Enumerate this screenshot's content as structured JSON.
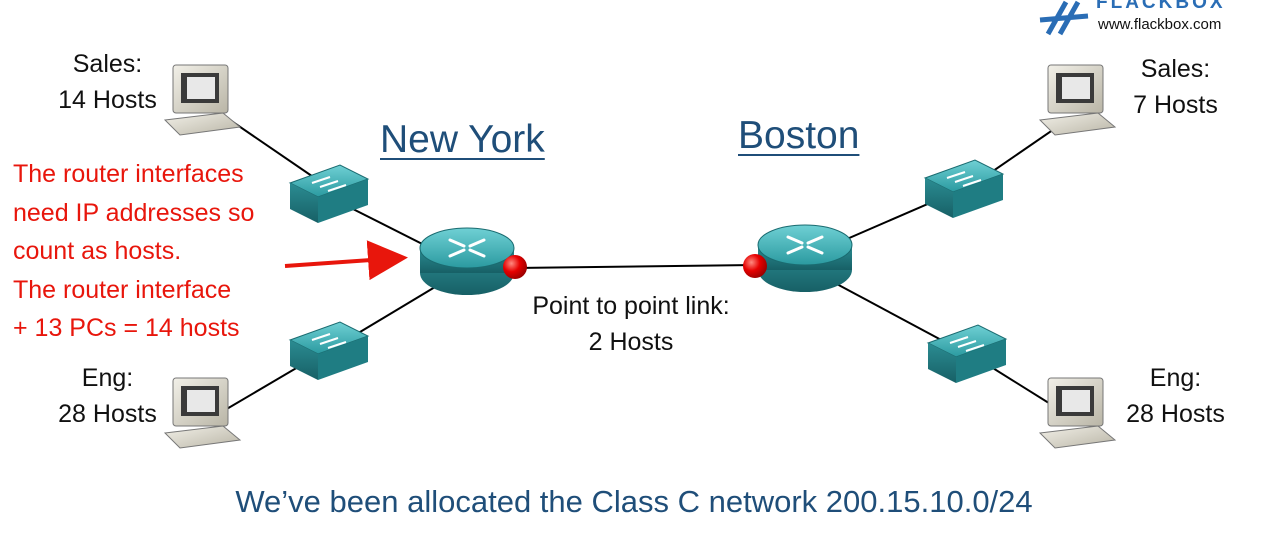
{
  "brand": {
    "logo_text": "FLACKBOX",
    "url": "www.flackbox.com"
  },
  "cities": {
    "left": "New York",
    "right": "Boston"
  },
  "hosts": {
    "ny_sales": {
      "name": "Sales:",
      "count": "14 Hosts"
    },
    "ny_eng": {
      "name": "Eng:",
      "count": "28 Hosts"
    },
    "bos_sales": {
      "name": "Sales:",
      "count": "7 Hosts"
    },
    "bos_eng": {
      "name": "Eng:",
      "count": "28 Hosts"
    }
  },
  "link": {
    "line1": "Point to point link:",
    "line2": "2 Hosts"
  },
  "note": {
    "lines": [
      "The router interfaces",
      "need IP addresses so",
      "count as hosts.",
      "The router interface",
      "+ 13 PCs = 14 hosts"
    ]
  },
  "footer": "We’ve been allocated the Class C network 200.15.10.0/24",
  "colors": {
    "accent_blue": "#1f4e79",
    "note_red": "#e8160c",
    "device_teal": "#2b9aa0"
  }
}
